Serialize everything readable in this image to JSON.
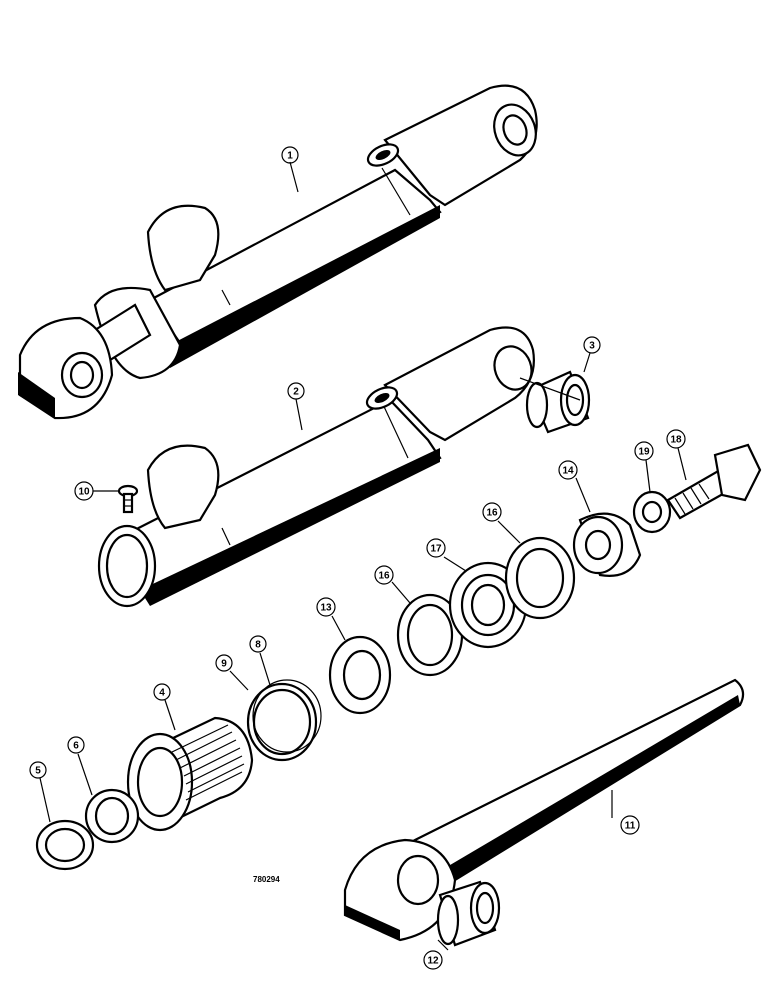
{
  "drawing_number": "780294",
  "callouts": {
    "c1": "1",
    "c2": "2",
    "c3": "3",
    "c4": "4",
    "c5": "5",
    "c6": "6",
    "c8": "8",
    "c9": "9",
    "c10": "10",
    "c11": "11",
    "c12": "12",
    "c13": "13",
    "c14": "14",
    "c16a": "16",
    "c16b": "16",
    "c17": "17",
    "c18": "18",
    "c19": "19"
  }
}
